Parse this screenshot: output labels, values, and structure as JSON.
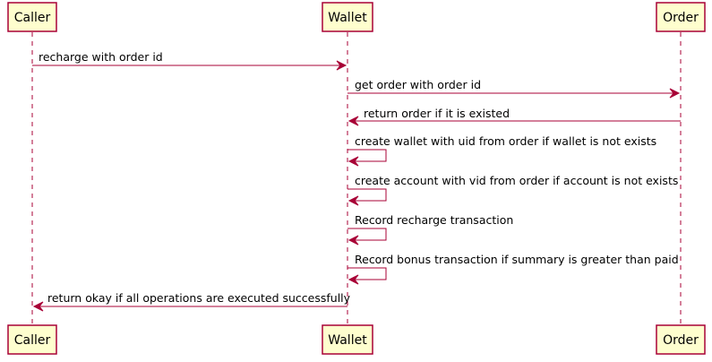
{
  "participants": [
    {
      "id": "caller",
      "label": "Caller"
    },
    {
      "id": "wallet",
      "label": "Wallet"
    },
    {
      "id": "order",
      "label": "Order"
    }
  ],
  "messages": [
    {
      "from": "caller",
      "to": "wallet",
      "label": "recharge with order id"
    },
    {
      "from": "wallet",
      "to": "order",
      "label": "get order with order id"
    },
    {
      "from": "order",
      "to": "wallet",
      "label": "return order if it is existed"
    },
    {
      "from": "wallet",
      "to": "wallet",
      "label": "create wallet with uid from order if wallet is not exists"
    },
    {
      "from": "wallet",
      "to": "wallet",
      "label": "create account with vid from order if account is not exists"
    },
    {
      "from": "wallet",
      "to": "wallet",
      "label": "Record recharge transaction"
    },
    {
      "from": "wallet",
      "to": "wallet",
      "label": "Record bonus transaction if summary is greater than paid"
    },
    {
      "from": "wallet",
      "to": "caller",
      "label": "return okay if all operations are executed successfully"
    }
  ],
  "colors": {
    "participant_fill": "#fefece",
    "participant_border": "#a80036",
    "arrow": "#a80036"
  }
}
